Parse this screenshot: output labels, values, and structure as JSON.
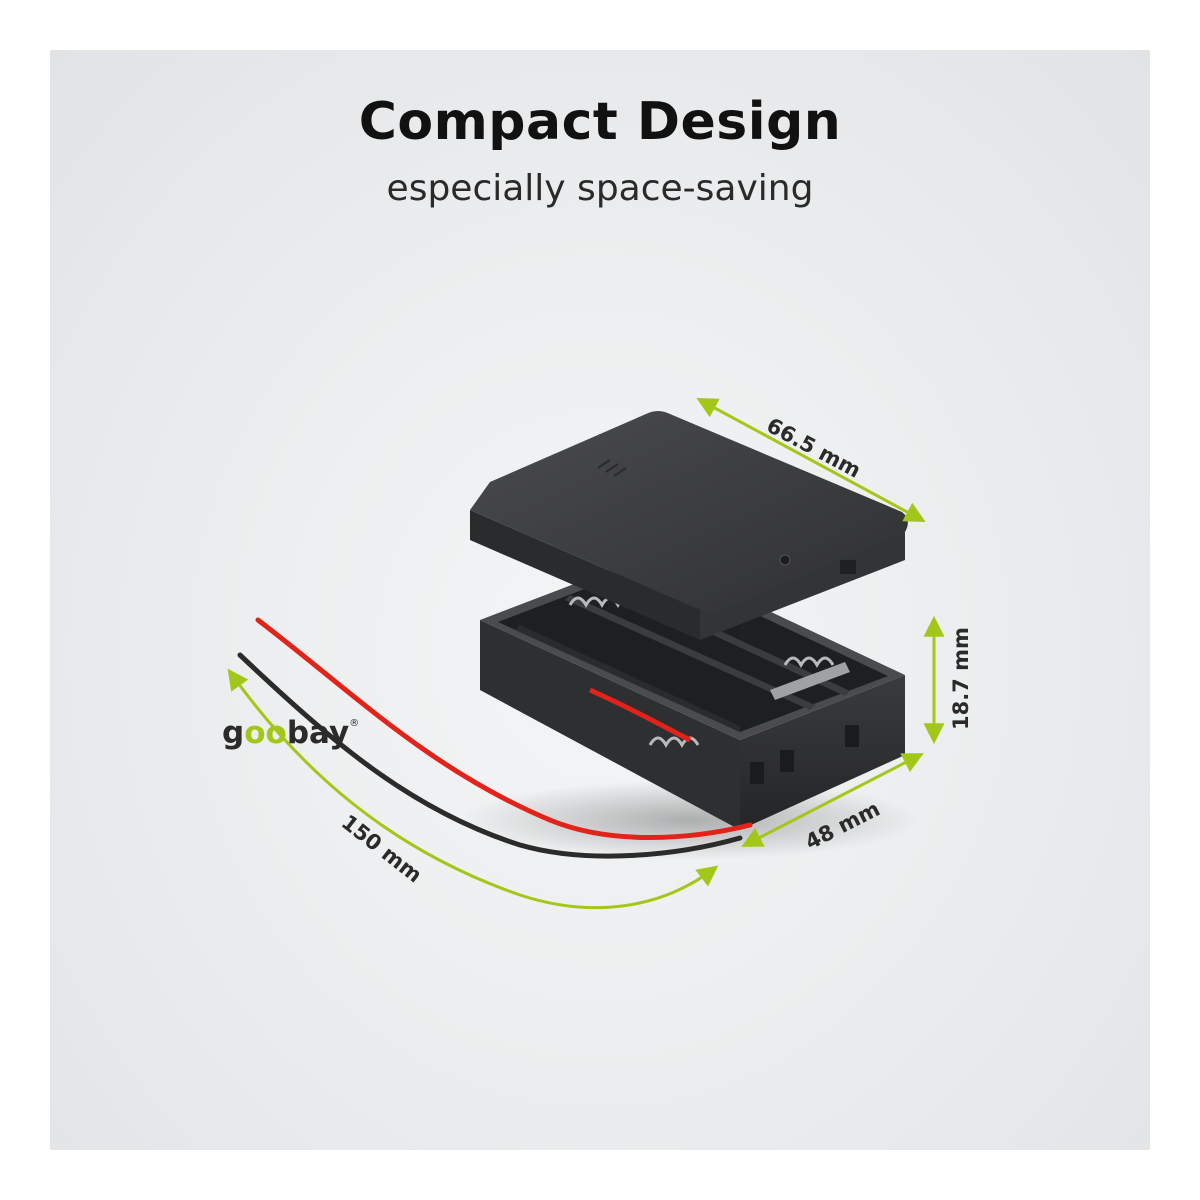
{
  "header": {
    "title": "Compact Design",
    "subtitle": "especially space-saving"
  },
  "dimensions": {
    "length": "66.5 mm",
    "height": "18.7 mm",
    "width": "48 mm",
    "cable": "150 mm"
  },
  "logo": {
    "pre": "g",
    "oo": "oo",
    "post": "bay",
    "mark": "®"
  },
  "colors": {
    "accent": "#a3c718",
    "case": "#3f4042",
    "wire_red": "#e2231a",
    "wire_black": "#2b2b2b"
  }
}
